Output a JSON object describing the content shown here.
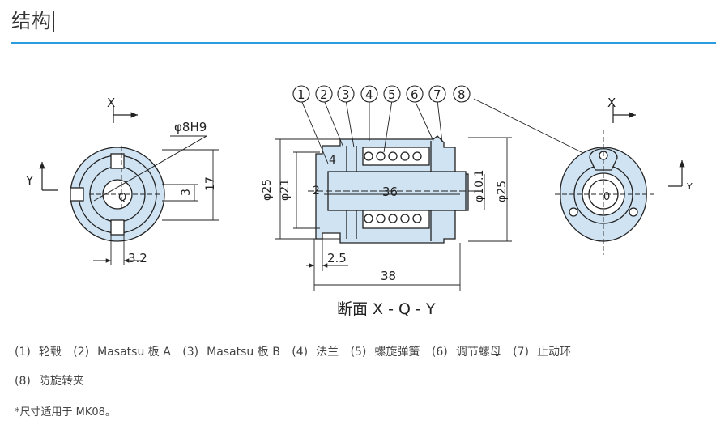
{
  "heading": "结构",
  "drawing": {
    "left_view": {
      "axis_x": "X",
      "axis_y": "Y",
      "bore_label": "φ8H9",
      "dim_height": "17",
      "dim_key": "3",
      "dim_width": "3.2"
    },
    "section": {
      "callouts": [
        "1",
        "2",
        "3",
        "4",
        "5",
        "6",
        "7",
        "8"
      ],
      "dim_outer_d": "φ25",
      "dim_inner_d": "φ21",
      "dim_small": "4",
      "dim_gap": "2",
      "dim_inner_len": "36",
      "dim_bore": "φ10.1",
      "dim_outer_right": "φ25",
      "dim_offset": "2.5",
      "dim_total": "38",
      "caption": "断面 X - Q - Y"
    },
    "right_view": {
      "axis_x": "X",
      "axis_y": "Y"
    }
  },
  "legend": {
    "row1": [
      "(1)",
      "轮毂",
      "(2)",
      "Masatsu 板 A",
      "(3)",
      "Masatsu 板 B",
      "(4)",
      "法兰",
      "(5)",
      "螺旋弹簧",
      "(6)",
      "调节螺母",
      "(7)",
      "止动环"
    ],
    "row2": [
      "(8)",
      "防旋转夹"
    ]
  },
  "note": "*尺寸适用于 MK08。",
  "colors": {
    "accent_rule": "#2b9be0",
    "part_fill": "#cfe3f3",
    "line": "#222222"
  }
}
